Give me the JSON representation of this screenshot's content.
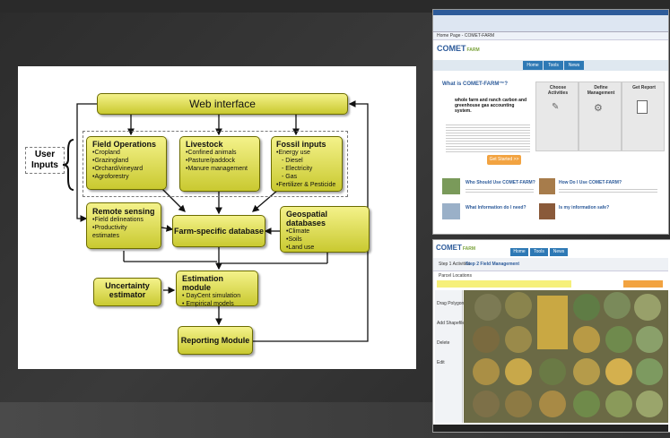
{
  "diagram": {
    "web_interface": "Web interface",
    "user_inputs": {
      "line1": "User",
      "line2": "Inputs"
    },
    "field_operations": {
      "title": "Field Operations",
      "items": [
        "•Cropland",
        "•Grazingland",
        "•Orchard/vineyard",
        "•Agroforestry"
      ]
    },
    "livestock": {
      "title": "Livestock",
      "items": [
        "•Confined animals",
        "•Pasture/paddock",
        "•Manure management"
      ]
    },
    "fossil_inputs": {
      "title": "Fossil inputs",
      "items": [
        "•Energy use",
        "- Diesel",
        "- Electricity",
        "- Gas",
        "•Fertilizer & Pesticide"
      ]
    },
    "remote_sensing": {
      "title": "Remote sensing",
      "items": [
        "•Field delineations",
        "•Productivity estimates"
      ]
    },
    "farm_db": "Farm-specific database",
    "geospatial": {
      "title": "Geospatial databases",
      "items": [
        "•Climate",
        "•Soils",
        "•Land use"
      ]
    },
    "uncertainty": {
      "line1": "Uncertainty",
      "line2": "estimator"
    },
    "estimation": {
      "title": "Estimation module",
      "items": [
        "• DayCent simulation",
        "• Empirical models"
      ]
    },
    "reporting": "Reporting Module"
  },
  "screenshot1": {
    "tab": "Home Page - COMET-FARM",
    "logo": "COMET",
    "logo_sub": "FARM",
    "nav": [
      "Home",
      "Tools",
      "News"
    ],
    "heading": "What is COMET-FARM™?",
    "tagline": "whole farm and ranch carbon and greenhouse gas accounting system.",
    "cols": [
      "Choose Activities",
      "Define Management",
      "Get Report"
    ],
    "get_started": "Get Started >>",
    "links": [
      "Who Should Use COMET-FARM?",
      "How Do I Use COMET-FARM?",
      "What Information do I need?",
      "Is my information safe?"
    ]
  },
  "screenshot2": {
    "logo": "COMET",
    "logo_sub": "FARM",
    "nav": [
      "Home",
      "Tools",
      "News"
    ],
    "steps": [
      "Step 1 Activities",
      "Step 2 Field Management"
    ],
    "locations": "Parcel Locations",
    "tools": [
      "Drag Polygon",
      "Add Shapefile",
      "Delete",
      "Edit"
    ]
  }
}
